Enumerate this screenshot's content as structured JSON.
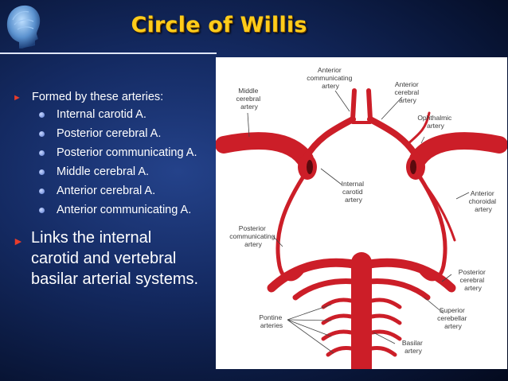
{
  "title": "Circle of Willis",
  "bullet_main": "Formed by these arteries:",
  "arteries": [
    "Internal carotid A.",
    "Posterior cerebral A.",
    "Posterior communicating A.",
    "Middle cerebral A.",
    "Anterior cerebral A.",
    "Anterior communicating A."
  ],
  "bullet_second": "Links the internal\ncarotid and vertebral\nbasilar arterial systems.",
  "diagram_labels": {
    "anterior_communicating": [
      "Anterior",
      "communicating",
      "artery"
    ],
    "anterior_cerebral": [
      "Anterior",
      "cerebral",
      "artery"
    ],
    "middle_cerebral": [
      "Middle",
      "cerebral",
      "artery"
    ],
    "ophthalmic": [
      "Ophthalmic",
      "artery"
    ],
    "internal_carotid": [
      "Internal",
      "carotid",
      "artery"
    ],
    "anterior_choroidal": [
      "Anterior",
      "choroidal",
      "artery"
    ],
    "posterior_communicating": [
      "Posterior",
      "communicating",
      "artery"
    ],
    "posterior_cerebral": [
      "Posterior",
      "cerebral",
      "artery"
    ],
    "superior_cerebellar": [
      "Superior",
      "cerebellar",
      "artery"
    ],
    "pontine": [
      "Pontine",
      "arteries"
    ],
    "basilar": [
      "Basilar",
      "artery"
    ]
  },
  "colors": {
    "title": "#ffcc1a",
    "artery": "#cc1e28",
    "bullet_marker": "#e83c2a"
  }
}
